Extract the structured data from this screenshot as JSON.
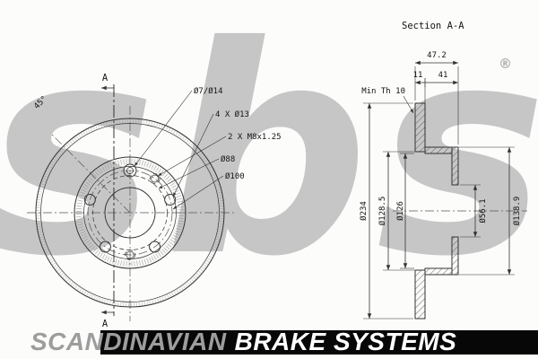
{
  "watermark": {
    "logo": "sbs",
    "registered": "®"
  },
  "front_view": {
    "angle_label": "45°",
    "section_marker_top": "A",
    "section_marker_bottom": "A",
    "callouts": {
      "countersunk_hole": "Ø7/Ø14",
      "bolt_holes": "4 X Ø13",
      "threaded_holes": "2 X M8x1.25",
      "diameter_88": "Ø88",
      "diameter_100": "Ø100"
    }
  },
  "section_view": {
    "title": "Section A-A",
    "dimensions": {
      "overall_width": "47.2",
      "disc_thickness": "11",
      "hat_depth": "41",
      "min_thickness": "Min Th 10",
      "outer_diameter": "Ø234",
      "inner_diameter_1": "Ø128.5",
      "inner_diameter_2": "Ø126",
      "centre_bore": "Ø56.1",
      "hat_diameter": "Ø138.9"
    }
  },
  "footer": {
    "brand_gray": "SCANDINAVIAN",
    "brand_white": "BRAKE SYSTEMS"
  },
  "colors": {
    "line": "#333333",
    "watermark_gray": "#c6c6c6",
    "footer_bar": "#070707"
  }
}
